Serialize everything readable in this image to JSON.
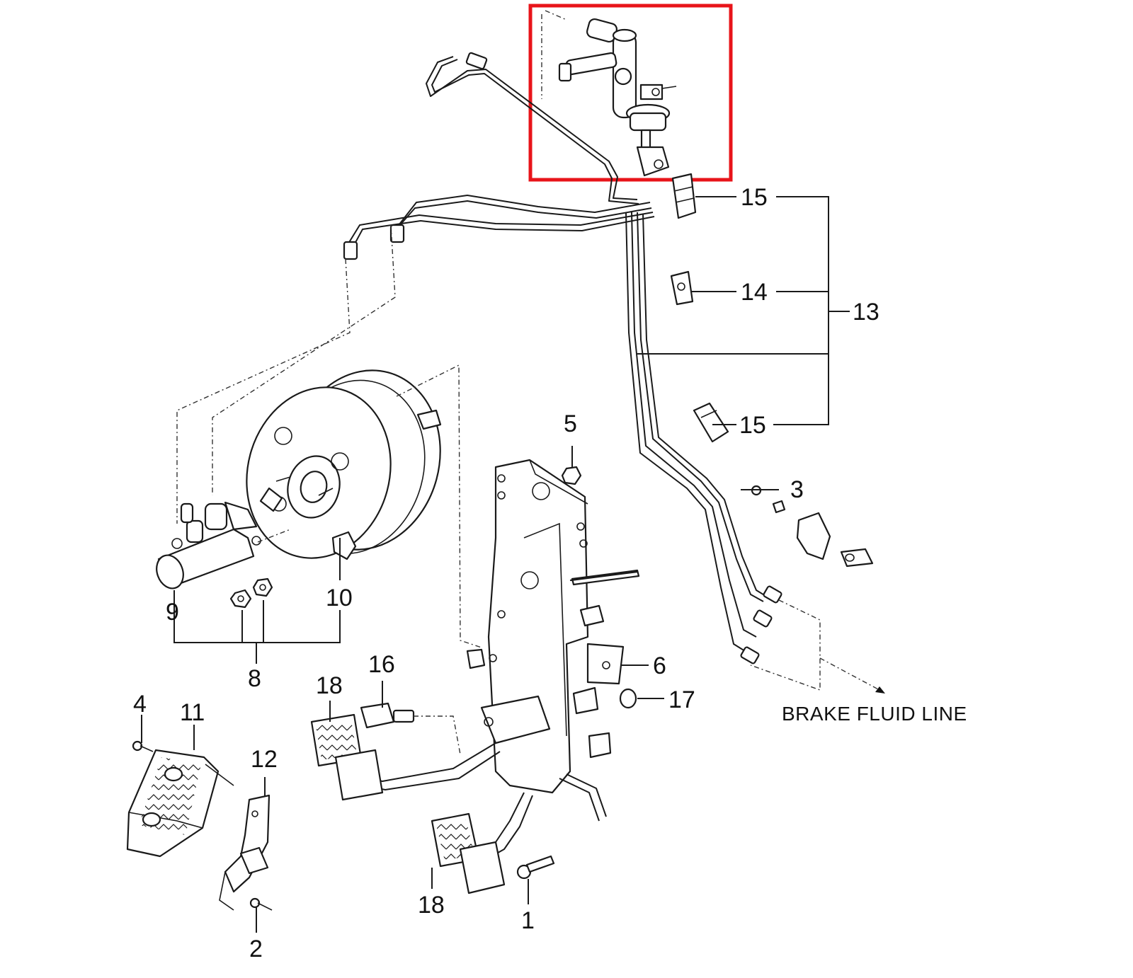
{
  "highlight": {
    "color": "#e8141a"
  },
  "caption": "BRAKE FLUID LINE",
  "callouts": {
    "c1": "1",
    "c2": "2",
    "c3": "3",
    "c4": "4",
    "c5": "5",
    "c6": "6",
    "c7": "17",
    "c8": "8",
    "c9": "9",
    "c10": "10",
    "c11": "11",
    "c12": "12",
    "c13": "13",
    "c14": "14",
    "c15a": "15",
    "c15b": "15",
    "c16": "16",
    "c18a": "18",
    "c18b": "18"
  }
}
